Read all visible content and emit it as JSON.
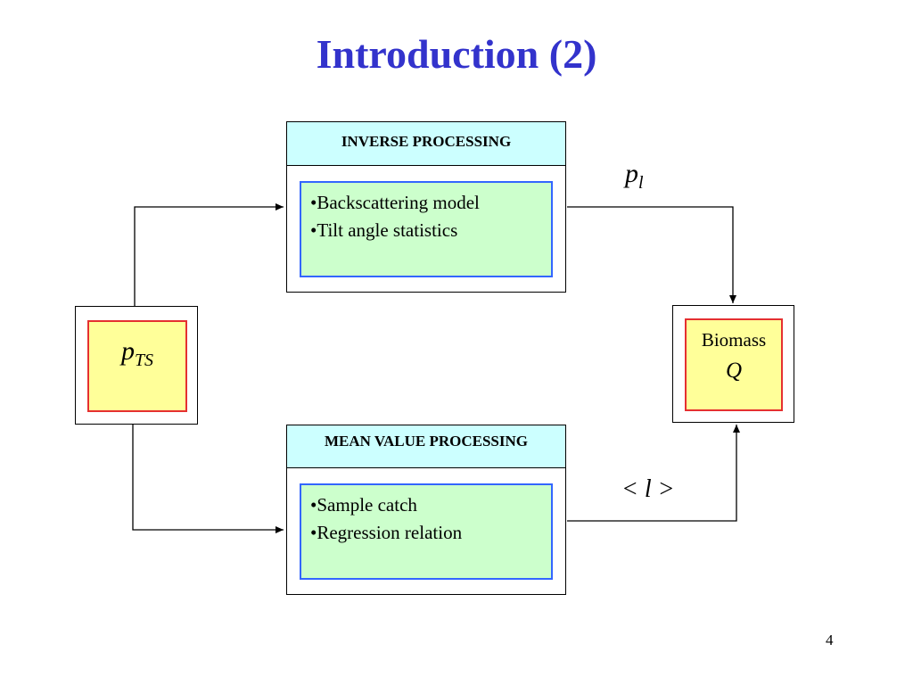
{
  "title": "Introduction (2)",
  "inverse": {
    "header": "INVERSE PROCESSING",
    "items": [
      "Backscattering model",
      "Tilt angle statistics"
    ]
  },
  "mean": {
    "header": "MEAN VALUE PROCESSING",
    "items": [
      "Sample catch",
      "Regression relation"
    ]
  },
  "pts": {
    "main": "p",
    "sub": "TS"
  },
  "pl": {
    "main": "p",
    "sub": "l"
  },
  "l_mean": "< l >",
  "biomass": {
    "label": "Biomass",
    "symbol": "Q"
  },
  "page_number": "4",
  "colors": {
    "title": "#3333cc",
    "header_fill": "#ccffff",
    "inner_fill": "#ccffcc",
    "inner_border": "#3366ff",
    "node_fill": "#ffff99",
    "node_border": "#e53030"
  }
}
